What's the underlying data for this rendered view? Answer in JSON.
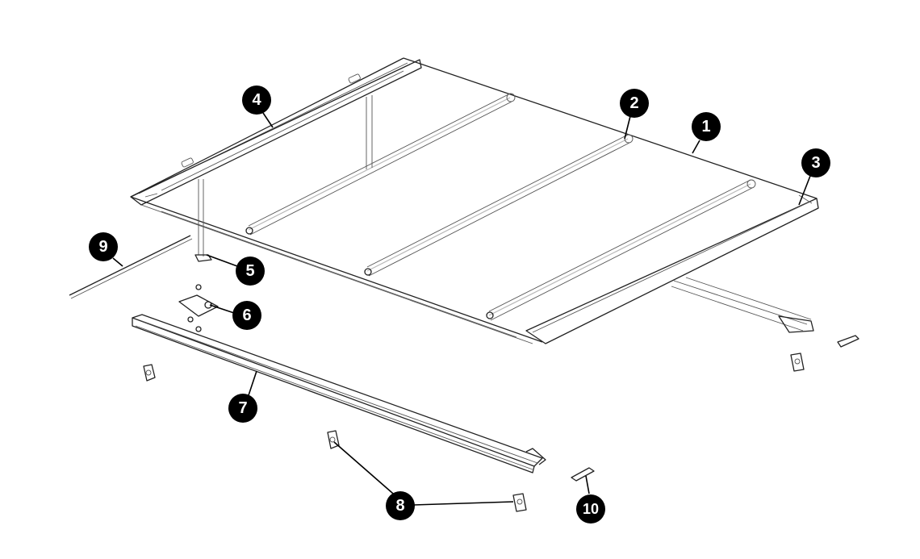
{
  "callouts": [
    {
      "id": "cover",
      "label": "1"
    },
    {
      "id": "bow",
      "label": "2"
    },
    {
      "id": "rail-right",
      "label": "3"
    },
    {
      "id": "rail-left",
      "label": "4"
    },
    {
      "id": "support-leg",
      "label": "5"
    },
    {
      "id": "bracket",
      "label": "6"
    },
    {
      "id": "side-rail",
      "label": "7"
    },
    {
      "id": "clamp",
      "label": "8"
    },
    {
      "id": "rod",
      "label": "9"
    },
    {
      "id": "end-cap",
      "label": "10"
    }
  ],
  "colors": {
    "callout_fill": "#000000",
    "callout_text": "#ffffff",
    "line": "#222222"
  }
}
